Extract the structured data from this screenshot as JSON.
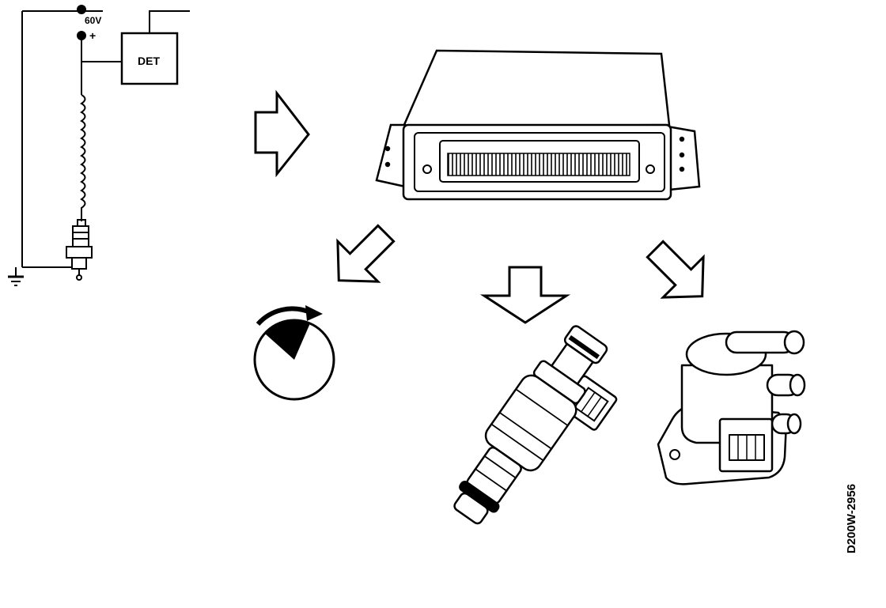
{
  "circuit": {
    "voltage_label": "60V",
    "polarity_label": "+",
    "module_label": "DET"
  },
  "drawing_id": "D200W-2956"
}
